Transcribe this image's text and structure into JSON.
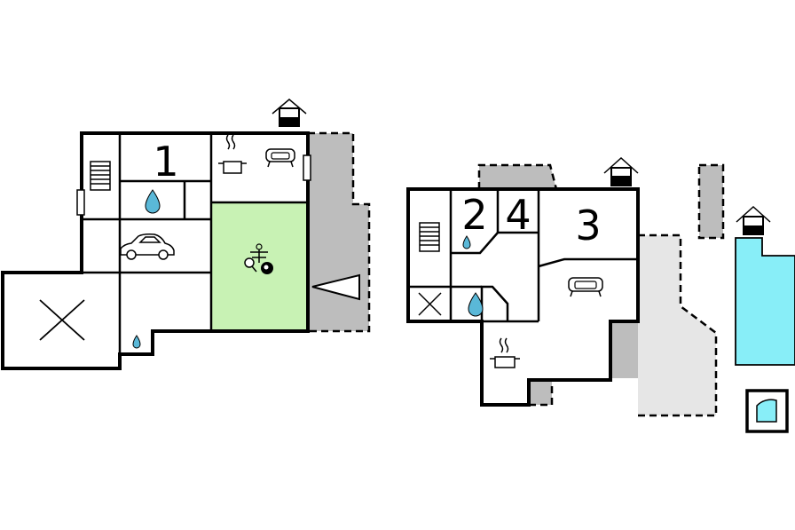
{
  "rooms": {
    "bedroom_1": "1",
    "bedroom_2": "2",
    "bedroom_3": "3",
    "bedroom_4": "4"
  },
  "colors": {
    "terrace_dark": "#bdbdbd",
    "terrace_light": "#e6e6e6",
    "activity_room": "#c8f2b4",
    "pool": "#88eef8",
    "water_drop": "#5ab8d8",
    "walls": "#000000"
  },
  "icons": [
    "house-icon",
    "stairs-icon",
    "bathroom-drop-icon",
    "car-icon",
    "kitchen-pot-icon",
    "sofa-icon",
    "table-football-icon",
    "table-tennis-icon",
    "billiard-ball-icon",
    "cross-icon",
    "arrow-icon",
    "pool-shower-icon"
  ]
}
